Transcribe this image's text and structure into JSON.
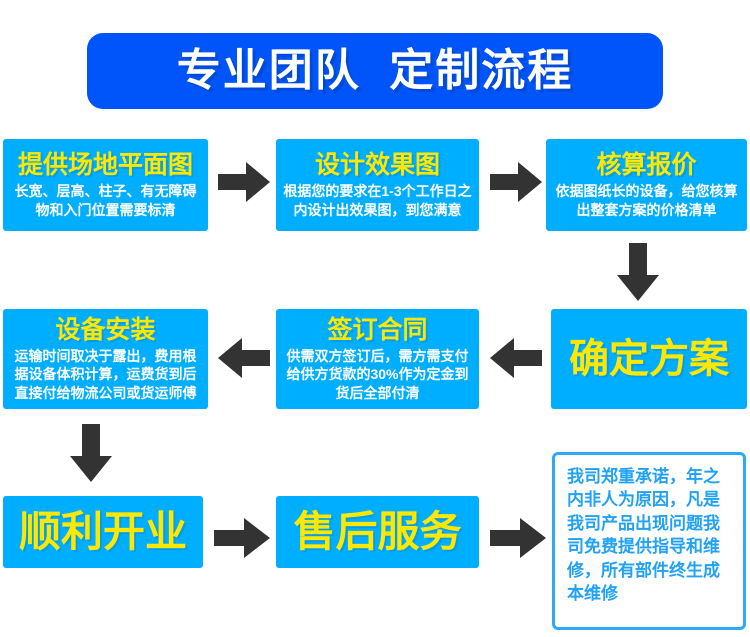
{
  "banner": {
    "title": "专业团队  定制流程",
    "background_color": "#0055fa",
    "text_color": "#ffffff"
  },
  "theme": {
    "box_background": "#00aeff",
    "title_color": "#ffe800",
    "body_color": "#ffffff",
    "arrow_color": "#333333",
    "promise_border_color": "#2fa8f5",
    "promise_text_color": "#22a2f2"
  },
  "steps": [
    {
      "id": "plan",
      "order": 1,
      "title": "提供场地平面图",
      "body": "长宽、层高、柱子、有无障碍物和入门位置需要标清"
    },
    {
      "id": "design",
      "order": 2,
      "title": "设计效果图",
      "body": "根据您的要求在1-3个工作日之内设计出效果图，到您满意"
    },
    {
      "id": "quote",
      "order": 3,
      "title": "核算报价",
      "body": "依据图纸长的设备，给您核算出整套方案的价格清单"
    },
    {
      "id": "confirm",
      "order": 4,
      "title": "确定方案",
      "body": ""
    },
    {
      "id": "contract",
      "order": 5,
      "title": "签订合同",
      "body": "供需双方签订后，需方需支付给供方货款的30%作为定金到货后全部付清"
    },
    {
      "id": "install",
      "order": 6,
      "title": "设备安装",
      "body": "运输时间取决于露出，费用根据设备体积计算，运费货到后直接付给物流公司或货运师傅"
    },
    {
      "id": "opening",
      "order": 7,
      "title": "顺利开业",
      "body": ""
    },
    {
      "id": "service",
      "order": 8,
      "title": "售后服务",
      "body": ""
    }
  ],
  "promise": {
    "text": "我司郑重承诺，年之内非人为原因，凡是我司产品出现问题我司免费提供指导和维修，所有部件终生成本维修"
  },
  "arrows": [
    {
      "id": "plan-design",
      "direction": "right"
    },
    {
      "id": "design-quote",
      "direction": "right"
    },
    {
      "id": "quote-confirm",
      "direction": "down"
    },
    {
      "id": "confirm-contract",
      "direction": "left"
    },
    {
      "id": "contract-install",
      "direction": "left"
    },
    {
      "id": "install-opening",
      "direction": "down"
    },
    {
      "id": "opening-service",
      "direction": "right"
    },
    {
      "id": "service-promise",
      "direction": "right"
    }
  ]
}
